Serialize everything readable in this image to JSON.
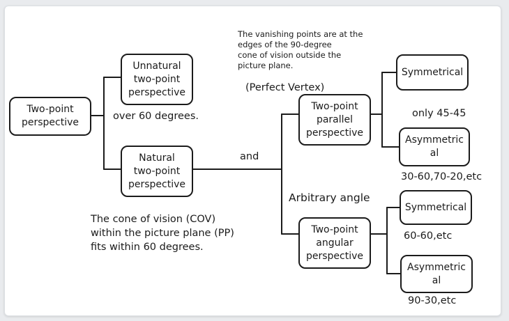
{
  "diagram": {
    "nodes": {
      "two_point": "Two-point\nperspective",
      "unnatural": "Unnatural\ntwo-point\nperspective",
      "natural": "Natural\ntwo-point\nperspective",
      "parallel": "Two-point\nparallel\nperspective",
      "angular": "Two-point\nangular\nperspective",
      "symmetrical_1": "Symmetrical",
      "asymmetrical_1": "Asymmetric\nal",
      "symmetrical_2": "Symmetrical",
      "asymmetrical_2": "Asymmetric\nal"
    },
    "labels": {
      "over_60": "over 60 degrees.",
      "and": "and",
      "vanishing_note": "The vanishing points are at the\nedges of the 90-degree\ncone of vision outside the\npicture plane.",
      "perfect_vertex": "(Perfect Vertex)",
      "only_45": "only 45-45",
      "angles_asym_1": "30-60,70-20,etc",
      "arbitrary_angle": "Arbitrary angle",
      "angles_sym_2": "60-60,etc",
      "angles_asym_2": "90-30,etc",
      "cov_note": "The cone of vision (COV)\nwithin the picture plane (PP)\n fits within 60 degrees."
    }
  }
}
